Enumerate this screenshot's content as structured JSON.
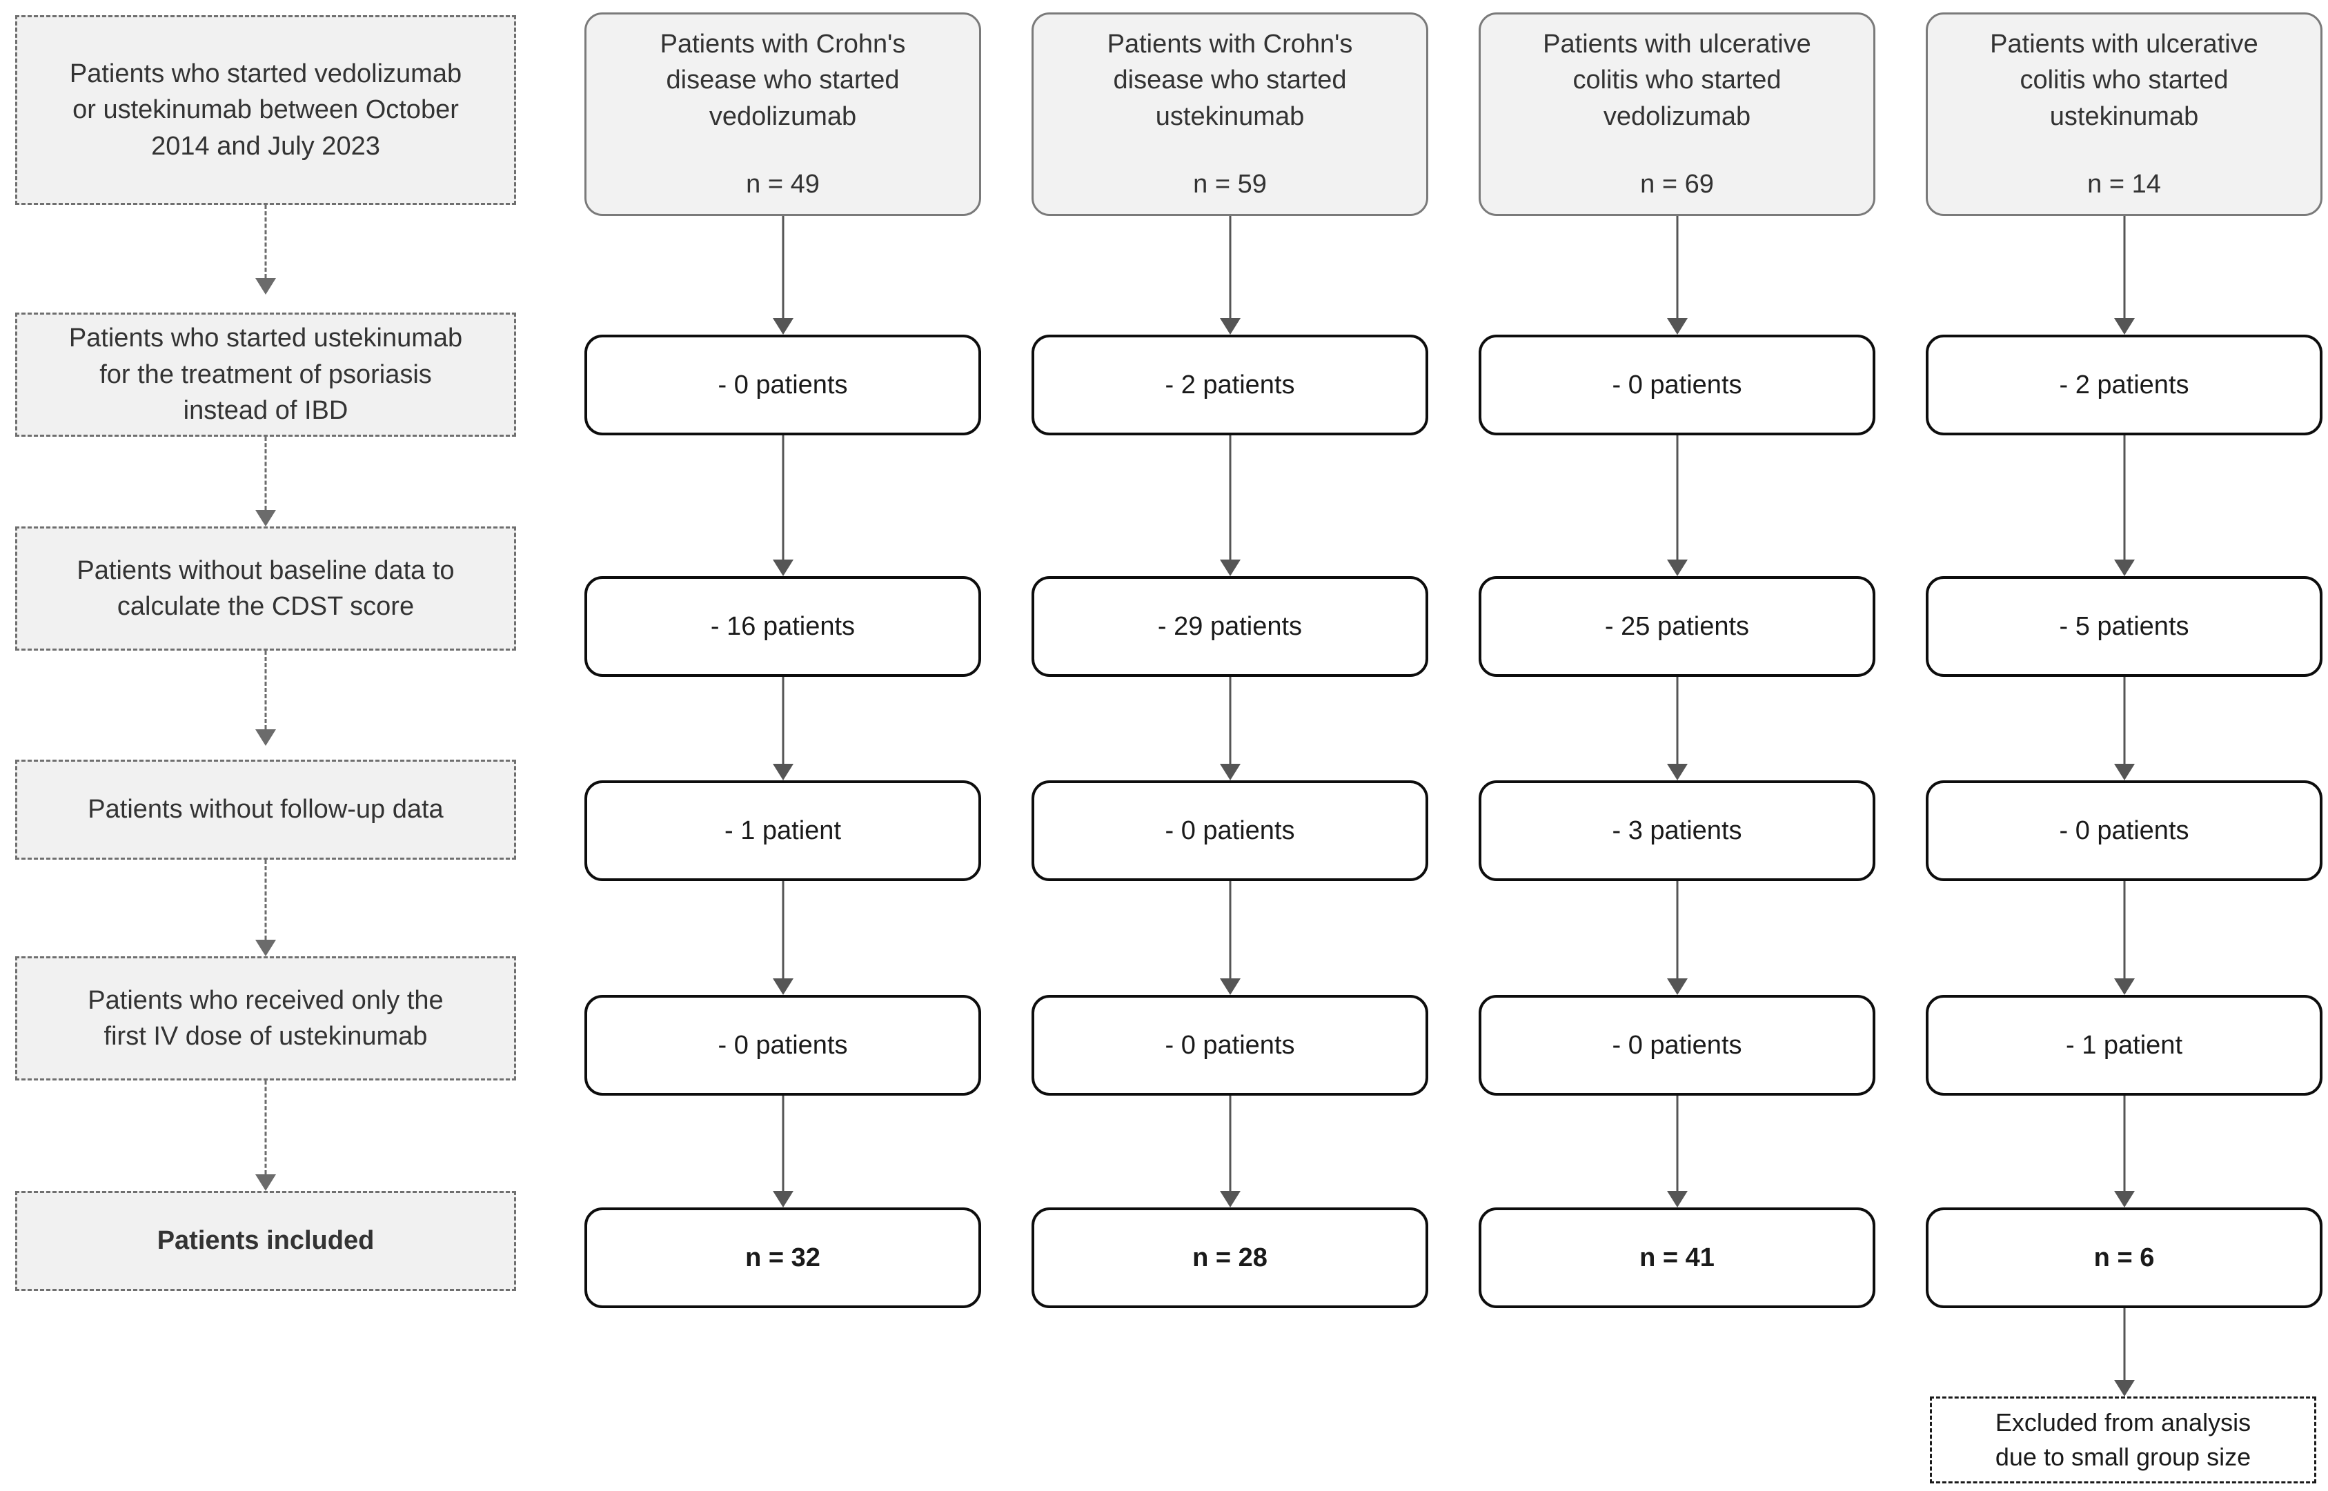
{
  "figure": {
    "type": "flowchart",
    "description": "Patient selection flow diagram"
  },
  "left_column": {
    "steps": [
      {
        "label": "Patients who started vedolizumab\nor ustekinumab between October\n2014 and July 2023",
        "bold": false
      },
      {
        "label": "Patients who started ustekinumab\nfor the treatment of psoriasis\ninstead of IBD",
        "bold": false
      },
      {
        "label": "Patients without baseline data to\ncalculate the CDST score",
        "bold": false
      },
      {
        "label": "Patients without follow-up data",
        "bold": false
      },
      {
        "label": "Patients who received only the\nfirst IV dose of ustekinumab",
        "bold": false
      },
      {
        "label": "Patients included",
        "bold": true
      }
    ]
  },
  "columns": [
    {
      "header": "Patients with Crohn's\ndisease who started\nvedolizumab",
      "header_n": "n = 49",
      "exclusions": [
        "- 0 patients",
        "- 16 patients",
        "- 1 patient",
        "- 0 patients"
      ],
      "total": "n = 32",
      "note": null
    },
    {
      "header": "Patients with Crohn's\ndisease who started\nustekinumab",
      "header_n": "n = 59",
      "exclusions": [
        "- 2 patients",
        "- 29 patients",
        "- 0 patients",
        "- 0 patients"
      ],
      "total": "n = 28",
      "note": null
    },
    {
      "header": "Patients with ulcerative\ncolitis who started\nvedolizumab",
      "header_n": "n = 69",
      "exclusions": [
        "- 0 patients",
        "- 25 patients",
        "- 3 patients",
        "- 0 patients"
      ],
      "total": "n = 41",
      "note": null
    },
    {
      "header": "Patients with ulcerative\ncolitis who started\nustekinumab",
      "header_n": "n = 14",
      "exclusions": [
        "- 2 patients",
        "- 5 patients",
        "- 0 patients",
        "- 1 patient"
      ],
      "total": "n = 6",
      "note": "Excluded from analysis\ndue to small group size"
    }
  ],
  "colors": {
    "left_box_fill": "#f1f1f1",
    "left_box_border": "#6f6f6f",
    "header_fill": "#f2f2f2",
    "header_border": "#7a7a7a",
    "step_border": "#0d0d0d",
    "step_fill": "#ffffff",
    "connector": "#6b6b6b",
    "text": "#333333"
  }
}
